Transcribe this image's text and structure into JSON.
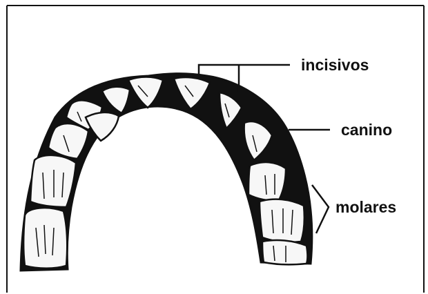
{
  "labels": {
    "incisors": "incisivos",
    "canine": "canino",
    "molars": "molares"
  },
  "colors": {
    "ink": "#111111",
    "paper": "#ffffff",
    "tooth_fill": "#f7f7f7"
  }
}
